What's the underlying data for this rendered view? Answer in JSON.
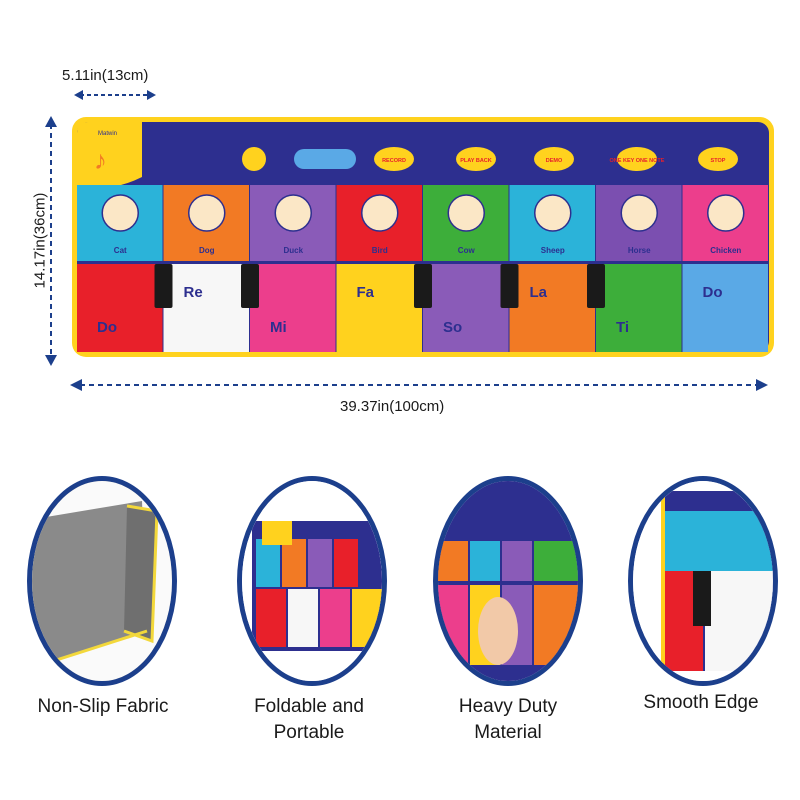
{
  "dimensions": {
    "width_label": "5.11in(13cm)",
    "height_label": "14.17in(36cm)",
    "length_label": "39.37in(100cm)"
  },
  "mat": {
    "brand": "Matwin",
    "buttons": [
      "RECORD",
      "PLAY BACK",
      "DEMO",
      "ONE KEY ONE NOTE",
      "STOP"
    ],
    "animals": [
      {
        "name": "Cat",
        "color": "#2bb3d9"
      },
      {
        "name": "Dog",
        "color": "#f27a24"
      },
      {
        "name": "Duck",
        "color": "#8a5bb8"
      },
      {
        "name": "Bird",
        "color": "#e8202a"
      },
      {
        "name": "Cow",
        "color": "#3dae3a"
      },
      {
        "name": "Sheep",
        "color": "#2bb3d9"
      },
      {
        "name": "Horse",
        "color": "#7b4fb0"
      },
      {
        "name": "Chicken",
        "color": "#ec3e8c"
      }
    ],
    "notes": [
      {
        "name": "Do",
        "color": "#e8202a"
      },
      {
        "name": "Re",
        "color": "#f7f7f7"
      },
      {
        "name": "Mi",
        "color": "#ec3e8c"
      },
      {
        "name": "Fa",
        "color": "#ffd21e"
      },
      {
        "name": "So",
        "color": "#8a5bb8"
      },
      {
        "name": "La",
        "color": "#f27a24"
      },
      {
        "name": "Ti",
        "color": "#3dae3a"
      },
      {
        "name": "Do",
        "color": "#5aa9e6"
      }
    ]
  },
  "features": [
    {
      "label": "Non-Slip Fabric"
    },
    {
      "label": "Foldable and\nPortable"
    },
    {
      "label": "Heavy Duty\nMaterial"
    },
    {
      "label": "Smooth Edge"
    }
  ],
  "colors": {
    "dimension_arrow": "#1c3f8c",
    "mat_border": "#ffd21e",
    "mat_top": "#2d2f8f"
  }
}
